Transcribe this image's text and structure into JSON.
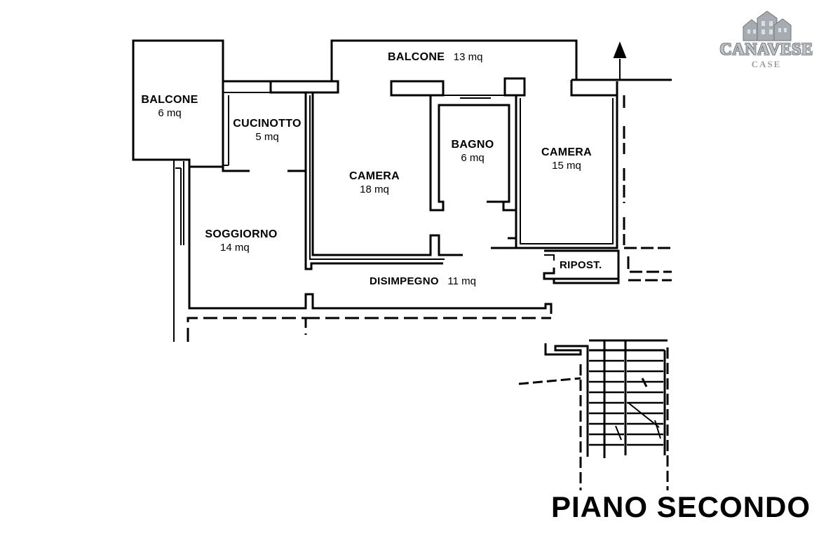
{
  "logo": {
    "name": "CANAVESE",
    "sub": "CASE",
    "icon": "houses-logo-icon"
  },
  "rooms": {
    "balcone_left": {
      "name": "BALCONE",
      "area": "6 mq"
    },
    "balcone_top": {
      "name": "BALCONE",
      "area": "13 mq"
    },
    "cucinotto": {
      "name": "CUCINOTTO",
      "area": "5 mq"
    },
    "camera_center": {
      "name": "CAMERA",
      "area": "18 mq"
    },
    "bagno": {
      "name": "BAGNO",
      "area": "6 mq"
    },
    "camera_right": {
      "name": "CAMERA",
      "area": "15 mq"
    },
    "soggiorno": {
      "name": "SOGGIORNO",
      "area": "14 mq"
    },
    "ripostiglio": {
      "name": "RIPOST."
    },
    "disimpegno": {
      "name": "DISIMPEGNO",
      "area": "11 mq"
    }
  },
  "floor_title": "PIANO SECONDO",
  "icons": {
    "north": "north-arrow-icon",
    "stairs": "staircase-icon"
  },
  "colors": {
    "wall": "#000000",
    "background": "#ffffff",
    "logo": "#9aa0a6"
  }
}
